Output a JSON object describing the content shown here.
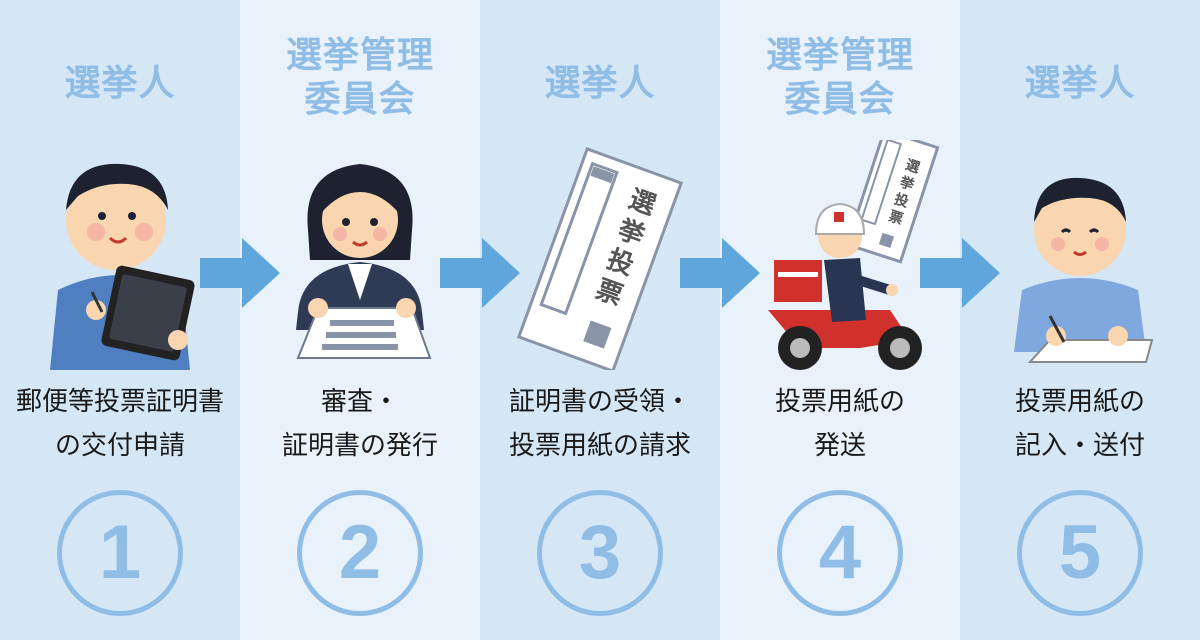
{
  "steps": [
    {
      "actor": "選挙人",
      "line1": "郵便等投票証明書",
      "line2": "の交付申請",
      "number": "1"
    },
    {
      "actor_line1": "選挙管理",
      "actor_line2": "委員会",
      "line1": "審査・",
      "line2": "証明書の発行",
      "number": "2"
    },
    {
      "actor": "選挙人",
      "line1": "証明書の受領・",
      "line2": "投票用紙の請求",
      "number": "3"
    },
    {
      "actor_line1": "選挙管理",
      "actor_line2": "委員会",
      "line1": "投票用紙の",
      "line2": "発送",
      "number": "4"
    },
    {
      "actor": "選挙人",
      "line1": "投票用紙の",
      "line2": "記入・送付",
      "number": "5"
    }
  ],
  "ballot_text": [
    "選",
    "挙",
    "投",
    "票"
  ],
  "colors": {
    "column_dark": "#d5e6f5",
    "column_light": "#e9f2fb",
    "accent": "#8fbde6",
    "arrow": "#5fa6dd",
    "text": "#1a1a1a"
  }
}
